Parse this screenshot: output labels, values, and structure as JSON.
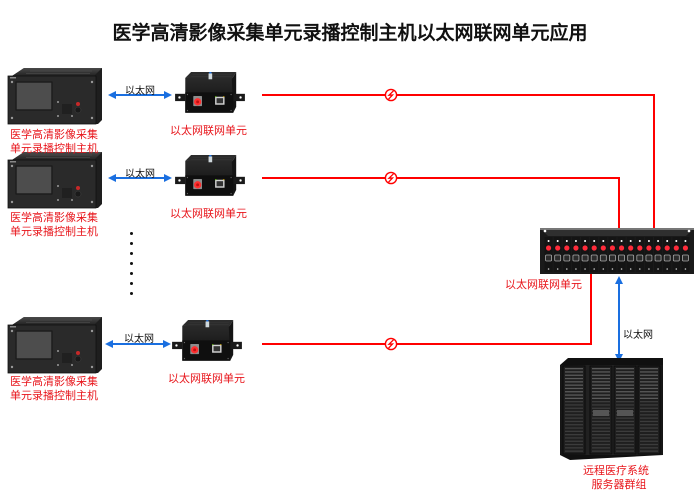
{
  "title": "医学高清影像采集单元录播控制主机以太网联网单元应用",
  "colors": {
    "fiber_line": "#ff0000",
    "ethernet_arrow": "#1a6fe0",
    "label_red": "#e8161c",
    "device_dark": "#1c1c1c"
  },
  "hosts": [
    {
      "label_line1": "医学高清影像采集",
      "label_line2": "单元录播控制主机"
    },
    {
      "label_line1": "医学高清影像采集",
      "label_line2": "单元录播控制主机"
    },
    {
      "label_line1": "医学高清影像采集",
      "label_line2": "单元录播控制主机"
    }
  ],
  "links": [
    {
      "label": "以太网"
    },
    {
      "label": "以太网"
    },
    {
      "label": "以太网"
    }
  ],
  "units": [
    {
      "label": "以太网联网单元"
    },
    {
      "label": "以太网联网单元"
    },
    {
      "label": "以太网联网单元"
    }
  ],
  "ellipsis": "⋮",
  "rack": {
    "label": "以太网联网单元",
    "slots": 16
  },
  "uplink": {
    "label": "以太网"
  },
  "servers": {
    "label_line1": "远程医疗系统",
    "label_line2": "服务器群组"
  },
  "fiber_break_icon": "lightning-break-symbol"
}
